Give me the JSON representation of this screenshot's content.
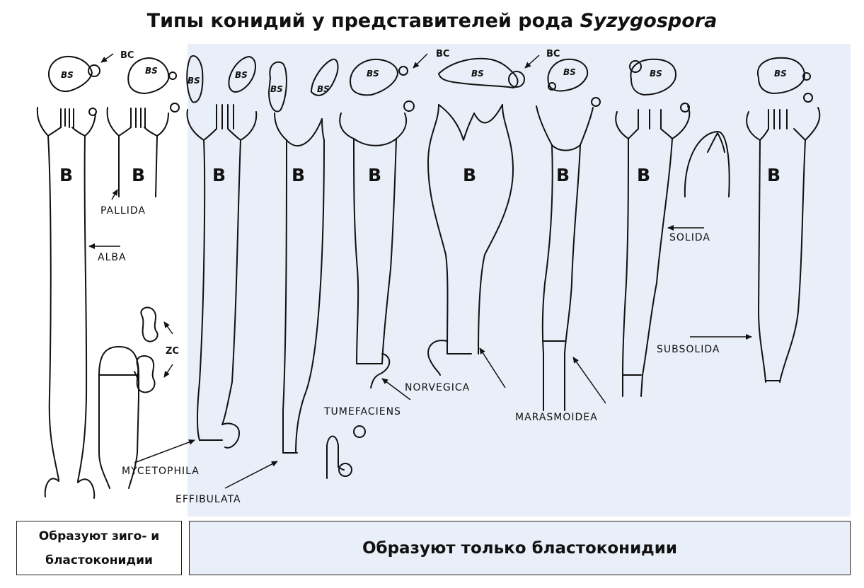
{
  "title": {
    "text": "Типы конидий у представителей рода ",
    "genus": "Syzygospora"
  },
  "panels": {
    "left_caption": {
      "line1": "Образуют зиго- и",
      "line2": "бластоконидии"
    },
    "right_caption": "Образуют только бластоконидии"
  },
  "markers": {
    "basidium": "B",
    "basidiospore": "BS",
    "blastoconidium": "BC",
    "zygoconidium": "ZC"
  },
  "species": {
    "pallida": "PALLIDA",
    "alba": "ALBA",
    "mycetophila": "MYCETOPHILA",
    "effibulata": "EFFIBULATA",
    "tumefaciens": "TUMEFACIENS",
    "norvegica": "NORVEGICA",
    "marasmoidea": "MARASMOIDEA",
    "solida": "SOLIDA",
    "subsolida": "SUBSOLIDA"
  }
}
